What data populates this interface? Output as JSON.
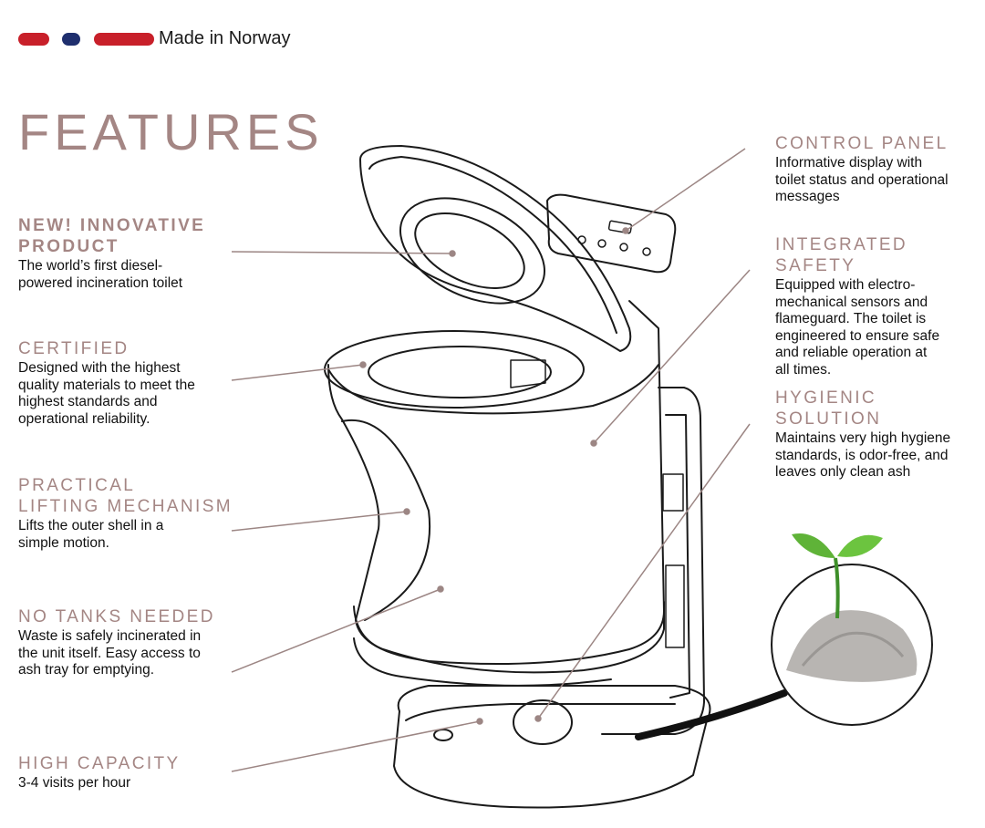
{
  "header": {
    "made_in": "Made in Norway",
    "flag_colors": [
      "#c8202a",
      "#1f2f6e",
      "#c8202a"
    ]
  },
  "title": "FEATURES",
  "accent_color": "#a48684",
  "features_left": [
    {
      "title": "NEW! INNOVATIVE\nPRODUCT",
      "desc": "The world’s first diesel-\npowered incineration toilet"
    },
    {
      "title": "CERTIFIED",
      "desc": "Designed with the highest\nquality materials to meet the\nhighest standards and\noperational reliability."
    },
    {
      "title": "PRACTICAL\nLIFTING MECHANISM",
      "desc": "Lifts the outer shell in a\nsimple motion."
    },
    {
      "title": "NO TANKS NEEDED",
      "desc": "Waste is safely incinerated in\nthe unit itself. Easy access to\nash tray for emptying."
    },
    {
      "title": "HIGH CAPACITY",
      "desc": "3-4 visits per hour"
    }
  ],
  "features_right": [
    {
      "title": "CONTROL PANEL",
      "desc": "Informative display with\ntoilet status and operational\nmessages"
    },
    {
      "title": "INTEGRATED SAFETY",
      "desc": "Equipped with electro-\nmechanical sensors and\nflameguard. The toilet is\nengineered to ensure safe\nand reliable operation at\nall times."
    },
    {
      "title": "HYGIENIC\nSOLUTION",
      "desc": "Maintains very high hygiene\nstandards, is odor-free, and\nleaves only clean ash"
    }
  ],
  "icons": [
    "toilet-illustration",
    "control-panel-icon",
    "ash-sprout-icon"
  ]
}
